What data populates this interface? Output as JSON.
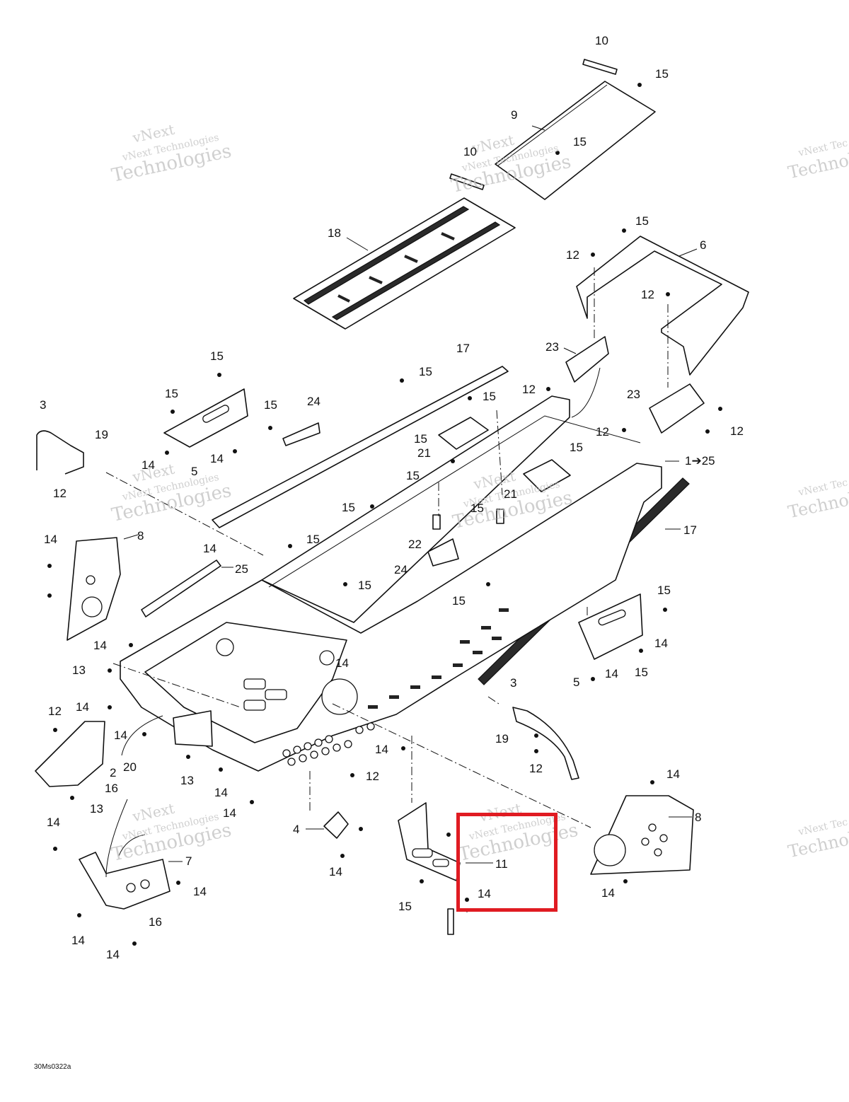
{
  "callouts": [
    {
      "text": "10"
    },
    {
      "text": "15"
    },
    {
      "text": "9"
    },
    {
      "text": "15"
    },
    {
      "text": "10"
    },
    {
      "text": "18"
    },
    {
      "text": "15"
    },
    {
      "text": "6"
    },
    {
      "text": "12"
    },
    {
      "text": "12"
    },
    {
      "text": "23"
    },
    {
      "text": "17"
    },
    {
      "text": "15"
    },
    {
      "text": "15"
    },
    {
      "text": "15"
    },
    {
      "text": "15"
    },
    {
      "text": "24"
    },
    {
      "text": "15"
    },
    {
      "text": "12"
    },
    {
      "text": "23"
    },
    {
      "text": "12"
    },
    {
      "text": "12"
    },
    {
      "text": "3"
    },
    {
      "text": "19"
    },
    {
      "text": "5"
    },
    {
      "text": "14"
    },
    {
      "text": "14"
    },
    {
      "text": "12"
    },
    {
      "text": "15"
    },
    {
      "text": "21"
    },
    {
      "text": "15"
    },
    {
      "text": "1➔25"
    },
    {
      "text": "15"
    },
    {
      "text": "21"
    },
    {
      "text": "15"
    },
    {
      "text": "15"
    },
    {
      "text": "17"
    },
    {
      "text": "14"
    },
    {
      "text": "8"
    },
    {
      "text": "14"
    },
    {
      "text": "25"
    },
    {
      "text": "15"
    },
    {
      "text": "22"
    },
    {
      "text": "24"
    },
    {
      "text": "15"
    },
    {
      "text": "15"
    },
    {
      "text": "15"
    },
    {
      "text": "14"
    },
    {
      "text": "14"
    },
    {
      "text": "5"
    },
    {
      "text": "14"
    },
    {
      "text": "15"
    },
    {
      "text": "14"
    },
    {
      "text": "13"
    },
    {
      "text": "3"
    },
    {
      "text": "12"
    },
    {
      "text": "14"
    },
    {
      "text": "14"
    },
    {
      "text": "19"
    },
    {
      "text": "20"
    },
    {
      "text": "2"
    },
    {
      "text": "16"
    },
    {
      "text": "13"
    },
    {
      "text": "13"
    },
    {
      "text": "14"
    },
    {
      "text": "14"
    },
    {
      "text": "12"
    },
    {
      "text": "14"
    },
    {
      "text": "12"
    },
    {
      "text": "14"
    },
    {
      "text": "8"
    },
    {
      "text": "4"
    },
    {
      "text": "14"
    },
    {
      "text": "11"
    },
    {
      "text": "14"
    },
    {
      "text": "15"
    },
    {
      "text": "14"
    },
    {
      "text": "7"
    },
    {
      "text": "14"
    },
    {
      "text": "16"
    },
    {
      "text": "14"
    },
    {
      "text": "14"
    },
    {
      "text": "14"
    }
  ],
  "watermark": {
    "line1": "vNext",
    "line2": "vNext Technologies",
    "line3": "Technologies",
    "edge1": "vNext Tec",
    "edge2": "Technol"
  },
  "figure_code": "30Ms0322a",
  "highlight": {
    "color": "#e01b22",
    "target_callout": "11"
  },
  "colors": {
    "line_art": "#111111",
    "background": "#ffffff",
    "watermark": "#bfbfbf"
  }
}
